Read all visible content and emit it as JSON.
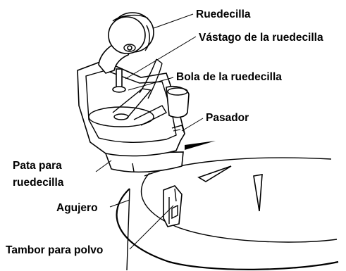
{
  "labels": {
    "caster": "Ruedecilla",
    "caster_stem": "Vástago de la ruedecilla",
    "caster_ball": "Bola de la ruedecilla",
    "pin": "Pasador",
    "caster_foot_line1": "Pata para",
    "caster_foot_line2": "ruedecilla",
    "hole": "Agujero",
    "dust_drum": "Tambor para polvo"
  }
}
